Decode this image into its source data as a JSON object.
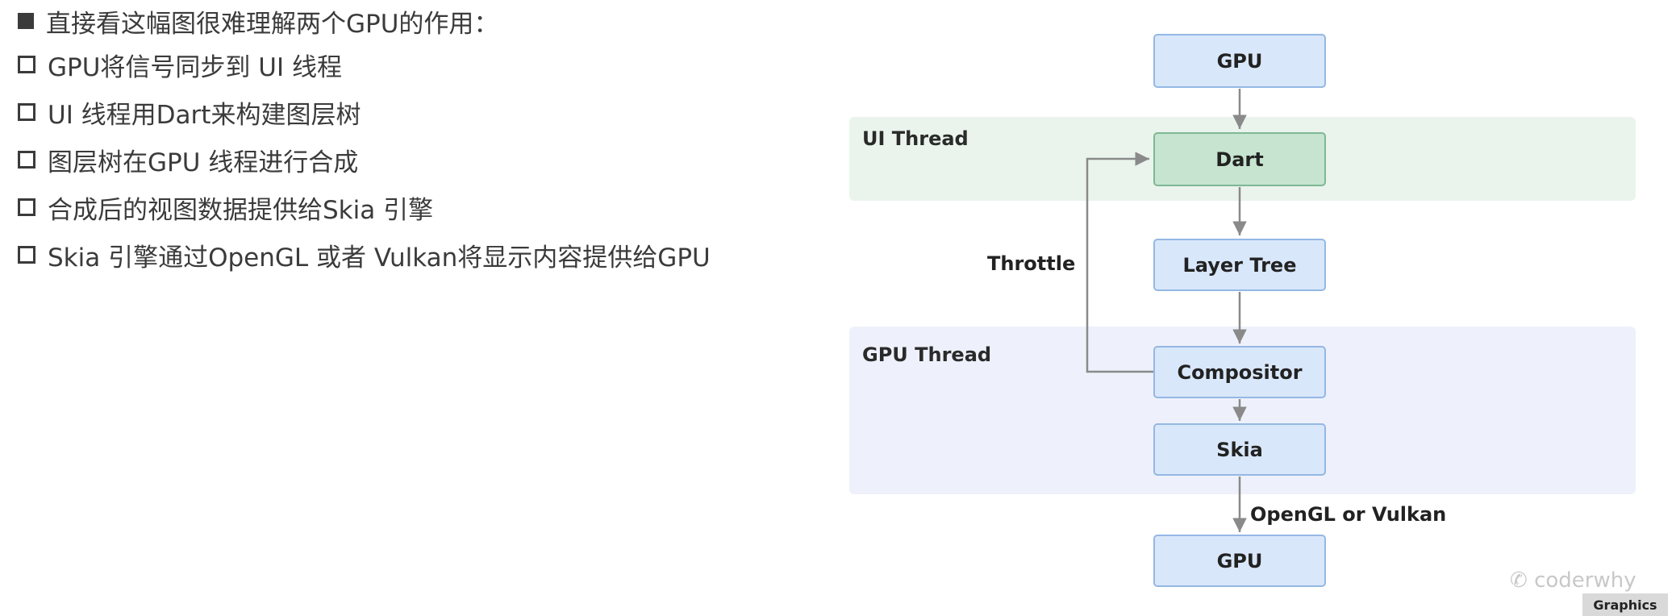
{
  "bullets": [
    {
      "style": "filled",
      "text": "直接看这幅图很难理解两个GPU的作用："
    },
    {
      "style": "hollow",
      "text": "GPU将信号同步到 UI 线程"
    },
    {
      "style": "hollow",
      "text": "UI 线程用Dart来构建图层树"
    },
    {
      "style": "hollow",
      "text": "图层树在GPU 线程进行合成"
    },
    {
      "style": "hollow",
      "text": "合成后的视图数据提供给Skia 引擎"
    },
    {
      "style": "hollow",
      "text": "Skia 引擎通过OpenGL 或者 Vulkan将显示内容提供给GPU"
    }
  ],
  "diagram": {
    "threads": {
      "ui": {
        "label": "UI Thread",
        "color": "#eaf4ed"
      },
      "gpu": {
        "label": "GPU Thread",
        "color": "#eef1fb"
      }
    },
    "nodes": {
      "gpu_top": {
        "label": "GPU",
        "fill": "#d9e7fb"
      },
      "dart": {
        "label": "Dart",
        "fill": "#c6e4d0"
      },
      "layer_tree": {
        "label": "Layer Tree",
        "fill": "#d9e7fb"
      },
      "compositor": {
        "label": "Compositor",
        "fill": "#d9e7fb"
      },
      "skia": {
        "label": "Skia",
        "fill": "#d9e7fb"
      },
      "gpu_bottom": {
        "label": "GPU",
        "fill": "#d9e7fb"
      }
    },
    "edge_labels": {
      "throttle": "Throttle",
      "opengl": "OpenGL or Vulkan"
    },
    "arrow_color": "#8a8a8a"
  },
  "watermark": {
    "text": "coderwhy",
    "sub": "Graphics"
  }
}
